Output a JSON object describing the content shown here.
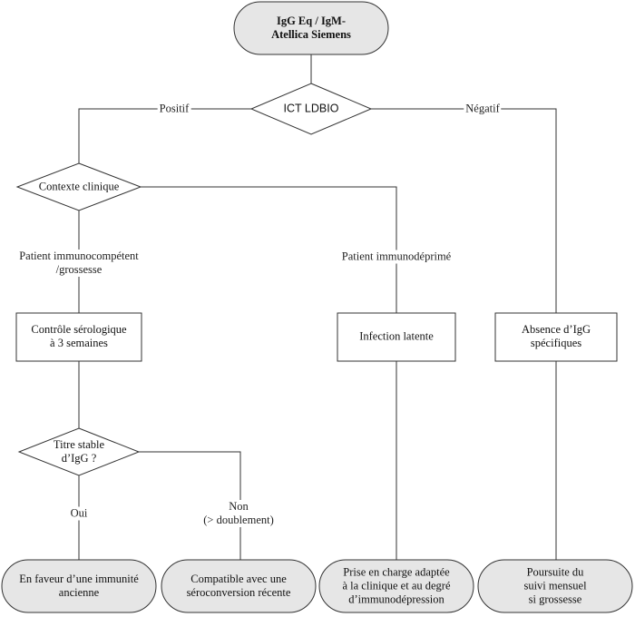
{
  "start": "IgG Eq / IgM-\nAtellica Siemens",
  "decision_main": "ICT LDBIO",
  "branch_positive": "Positif",
  "branch_negative": "Négatif",
  "decision_context": "Contexte clinique",
  "branch_immunocompetent": "Patient immunocompétent\n/grossesse",
  "branch_immunodeprime": "Patient immunodéprimé",
  "box_controle": "Contrôle sérologique\nà 3 semaines",
  "box_infection": "Infection latente",
  "box_absence": "Absence d’IgG\nspécifiques",
  "decision_titre": "Titre stable\nd’IgG ?",
  "branch_oui": "Oui",
  "branch_non": "Non\n(> doublement)",
  "end_immunite": "En faveur d’une immunité\nancienne",
  "end_seroconversion": "Compatible avec une\nséroconversion récente",
  "end_prise_en_charge": "Prise en charge adaptée\nà la clinique et au degré\nd’immunodépression",
  "end_suivi": "Poursuite du suivi mensuel\nsi grossesse",
  "colors": {
    "terminal_fill": "#e6e6e6",
    "stroke": "#333333",
    "background": "#ffffff"
  }
}
